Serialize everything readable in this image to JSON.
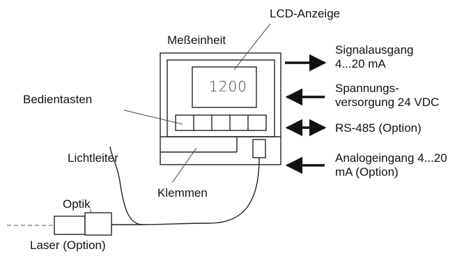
{
  "labels": {
    "lcd": "LCD-Anzeige",
    "unit": "Meßeinheit",
    "signal_out": "Signalausgang\n4...20 mA",
    "power": "Spannungs-\nversorgung 24 VDC",
    "rs485": "RS-485 (Option)",
    "analog_in": "Analogeingang 4...20\nmA (Option)",
    "buttons": "Bedientasten",
    "fiber": "Lichtleiter",
    "terminals": "Klemmen",
    "optics": "Optik",
    "laser": "Laser (Option)"
  },
  "display_value": "1200"
}
